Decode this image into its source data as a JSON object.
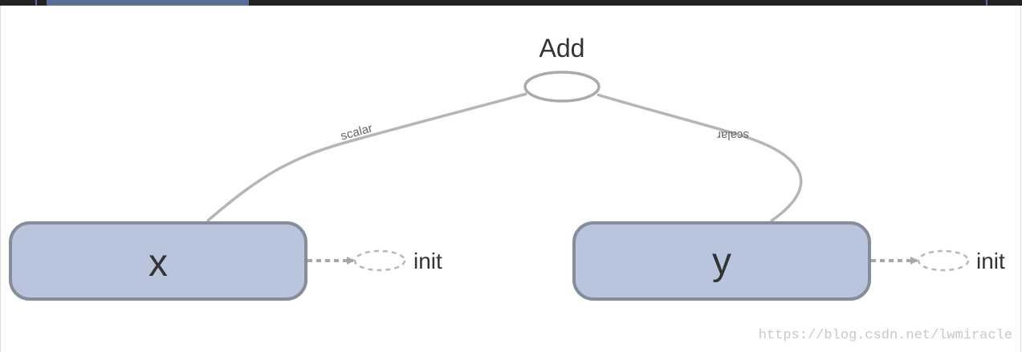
{
  "graph": {
    "add_node": {
      "label": "Add"
    },
    "x_node": {
      "label": "x"
    },
    "y_node": {
      "label": "y"
    },
    "x_init": {
      "label": "init"
    },
    "y_init": {
      "label": "init"
    },
    "edge_x_add": {
      "label": "scalar"
    },
    "edge_y_add": {
      "label": "scalar"
    }
  },
  "watermark": "https://blog.csdn.net/lwmiracle",
  "colors": {
    "variable_node_fill": "#b9c5dc",
    "variable_node_stroke": "#858c9a",
    "edge": "#b5b5b5",
    "op_node_stroke": "#aaaaaa",
    "init_stroke": "#b8b8b8"
  }
}
